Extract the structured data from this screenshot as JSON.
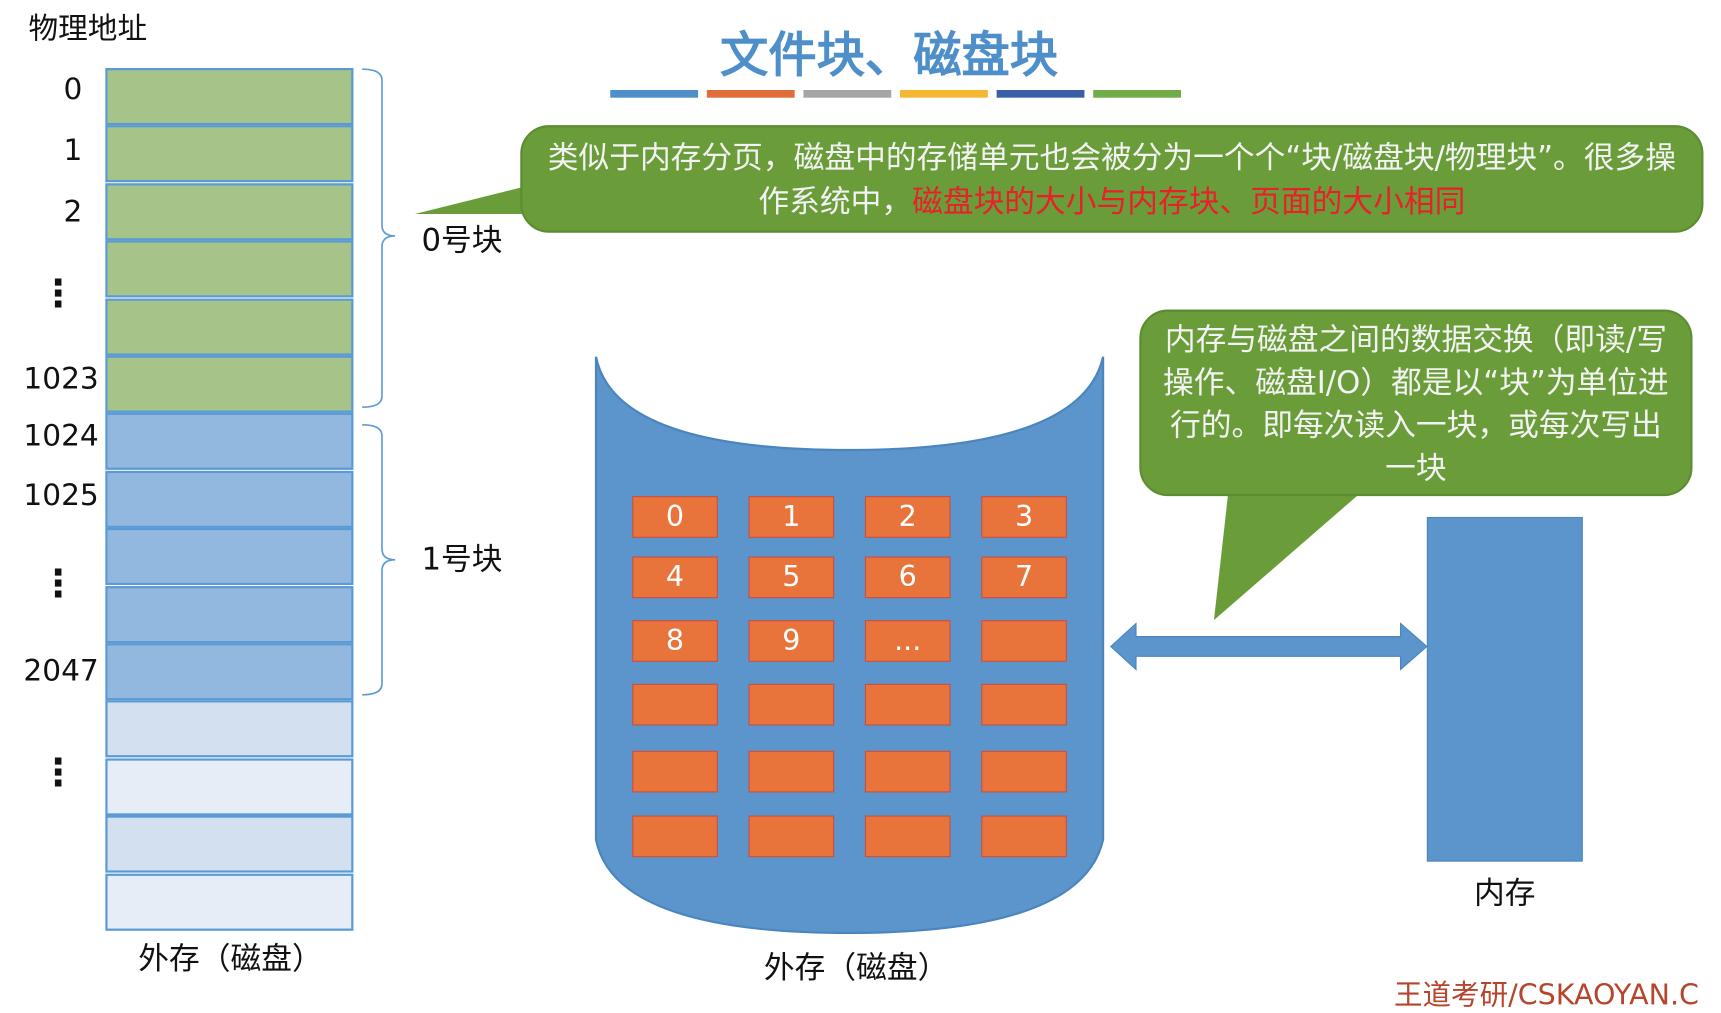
{
  "title": "文件块、磁盘块",
  "title_color": "#4f8fc9",
  "underline_colors": [
    "#4f8fc9",
    "#e06c3a",
    "#a5a5a5",
    "#f5b731",
    "#3a5fa8",
    "#70ad47"
  ],
  "left": {
    "header": "物理地址",
    "addresses": [
      "0",
      "1",
      "2",
      "⋮",
      "1023",
      "1024",
      "1025",
      "⋮",
      "2047",
      "⋮"
    ],
    "block0_label": "0号块",
    "block1_label": "1号块",
    "caption": "外存（磁盘）"
  },
  "bubble1": {
    "text_normal": "类似于内存分页，磁盘中的存储单元也会被分为一个个“块/磁盘块/物理块”。很多操作系统中，",
    "text_red": "磁盘块的大小与内存块、页面的大小相同"
  },
  "bubble2": {
    "text": "内存与磁盘之间的数据交换（即读/写操作、磁盘I/O）都是以“块”为单位进行的。即每次读入一块，或每次写出一块"
  },
  "disk": {
    "blocks": [
      "0",
      "1",
      "2",
      "3",
      "4",
      "5",
      "6",
      "7",
      "8",
      "9",
      "...",
      "",
      "",
      "",
      "",
      "",
      "",
      "",
      "",
      "",
      "",
      "",
      "",
      ""
    ],
    "caption": "外存（磁盘）"
  },
  "memory": {
    "caption": "内存"
  },
  "watermark": "王道考研/CSKAOYAN.C"
}
